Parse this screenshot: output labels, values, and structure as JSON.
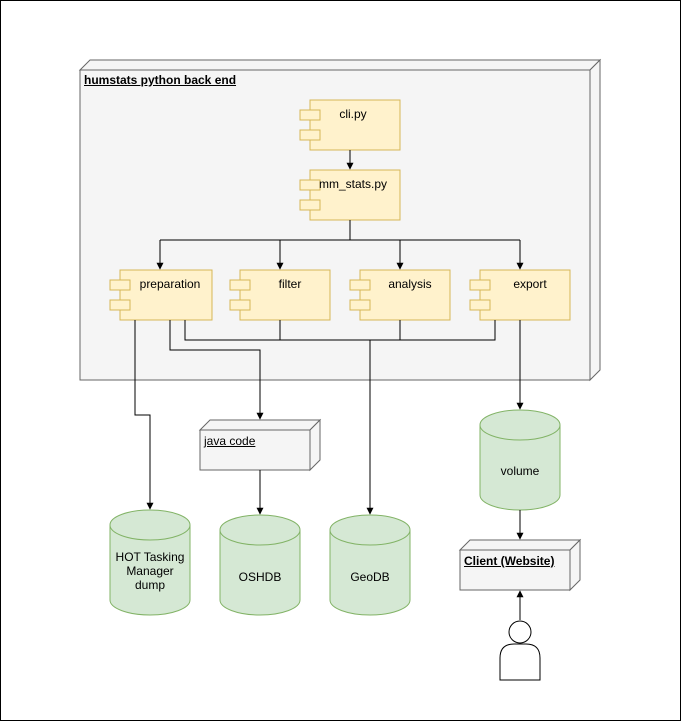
{
  "colors": {
    "node_fill": "#f5f5f5",
    "node_stroke": "#666666",
    "component_fill": "#fff2cc",
    "component_stroke": "#d6b656",
    "db_fill": "#d5e8d4",
    "db_stroke": "#82b366",
    "edge": "#000000"
  },
  "nodes": {
    "backend": "humstats python back end",
    "java_code": "java code",
    "client": "Client (Website)"
  },
  "components": {
    "cli": "cli.py",
    "mm_stats": "mm_stats.py",
    "preparation": "preparation",
    "filter": "filter",
    "analysis": "analysis",
    "export": "export"
  },
  "databases": {
    "hot_tm": "HOT Tasking Manager dump",
    "oshdb": "OSHDB",
    "geodb": "GeoDB",
    "volume": "volume"
  },
  "actor_icon": "user-actor-icon"
}
